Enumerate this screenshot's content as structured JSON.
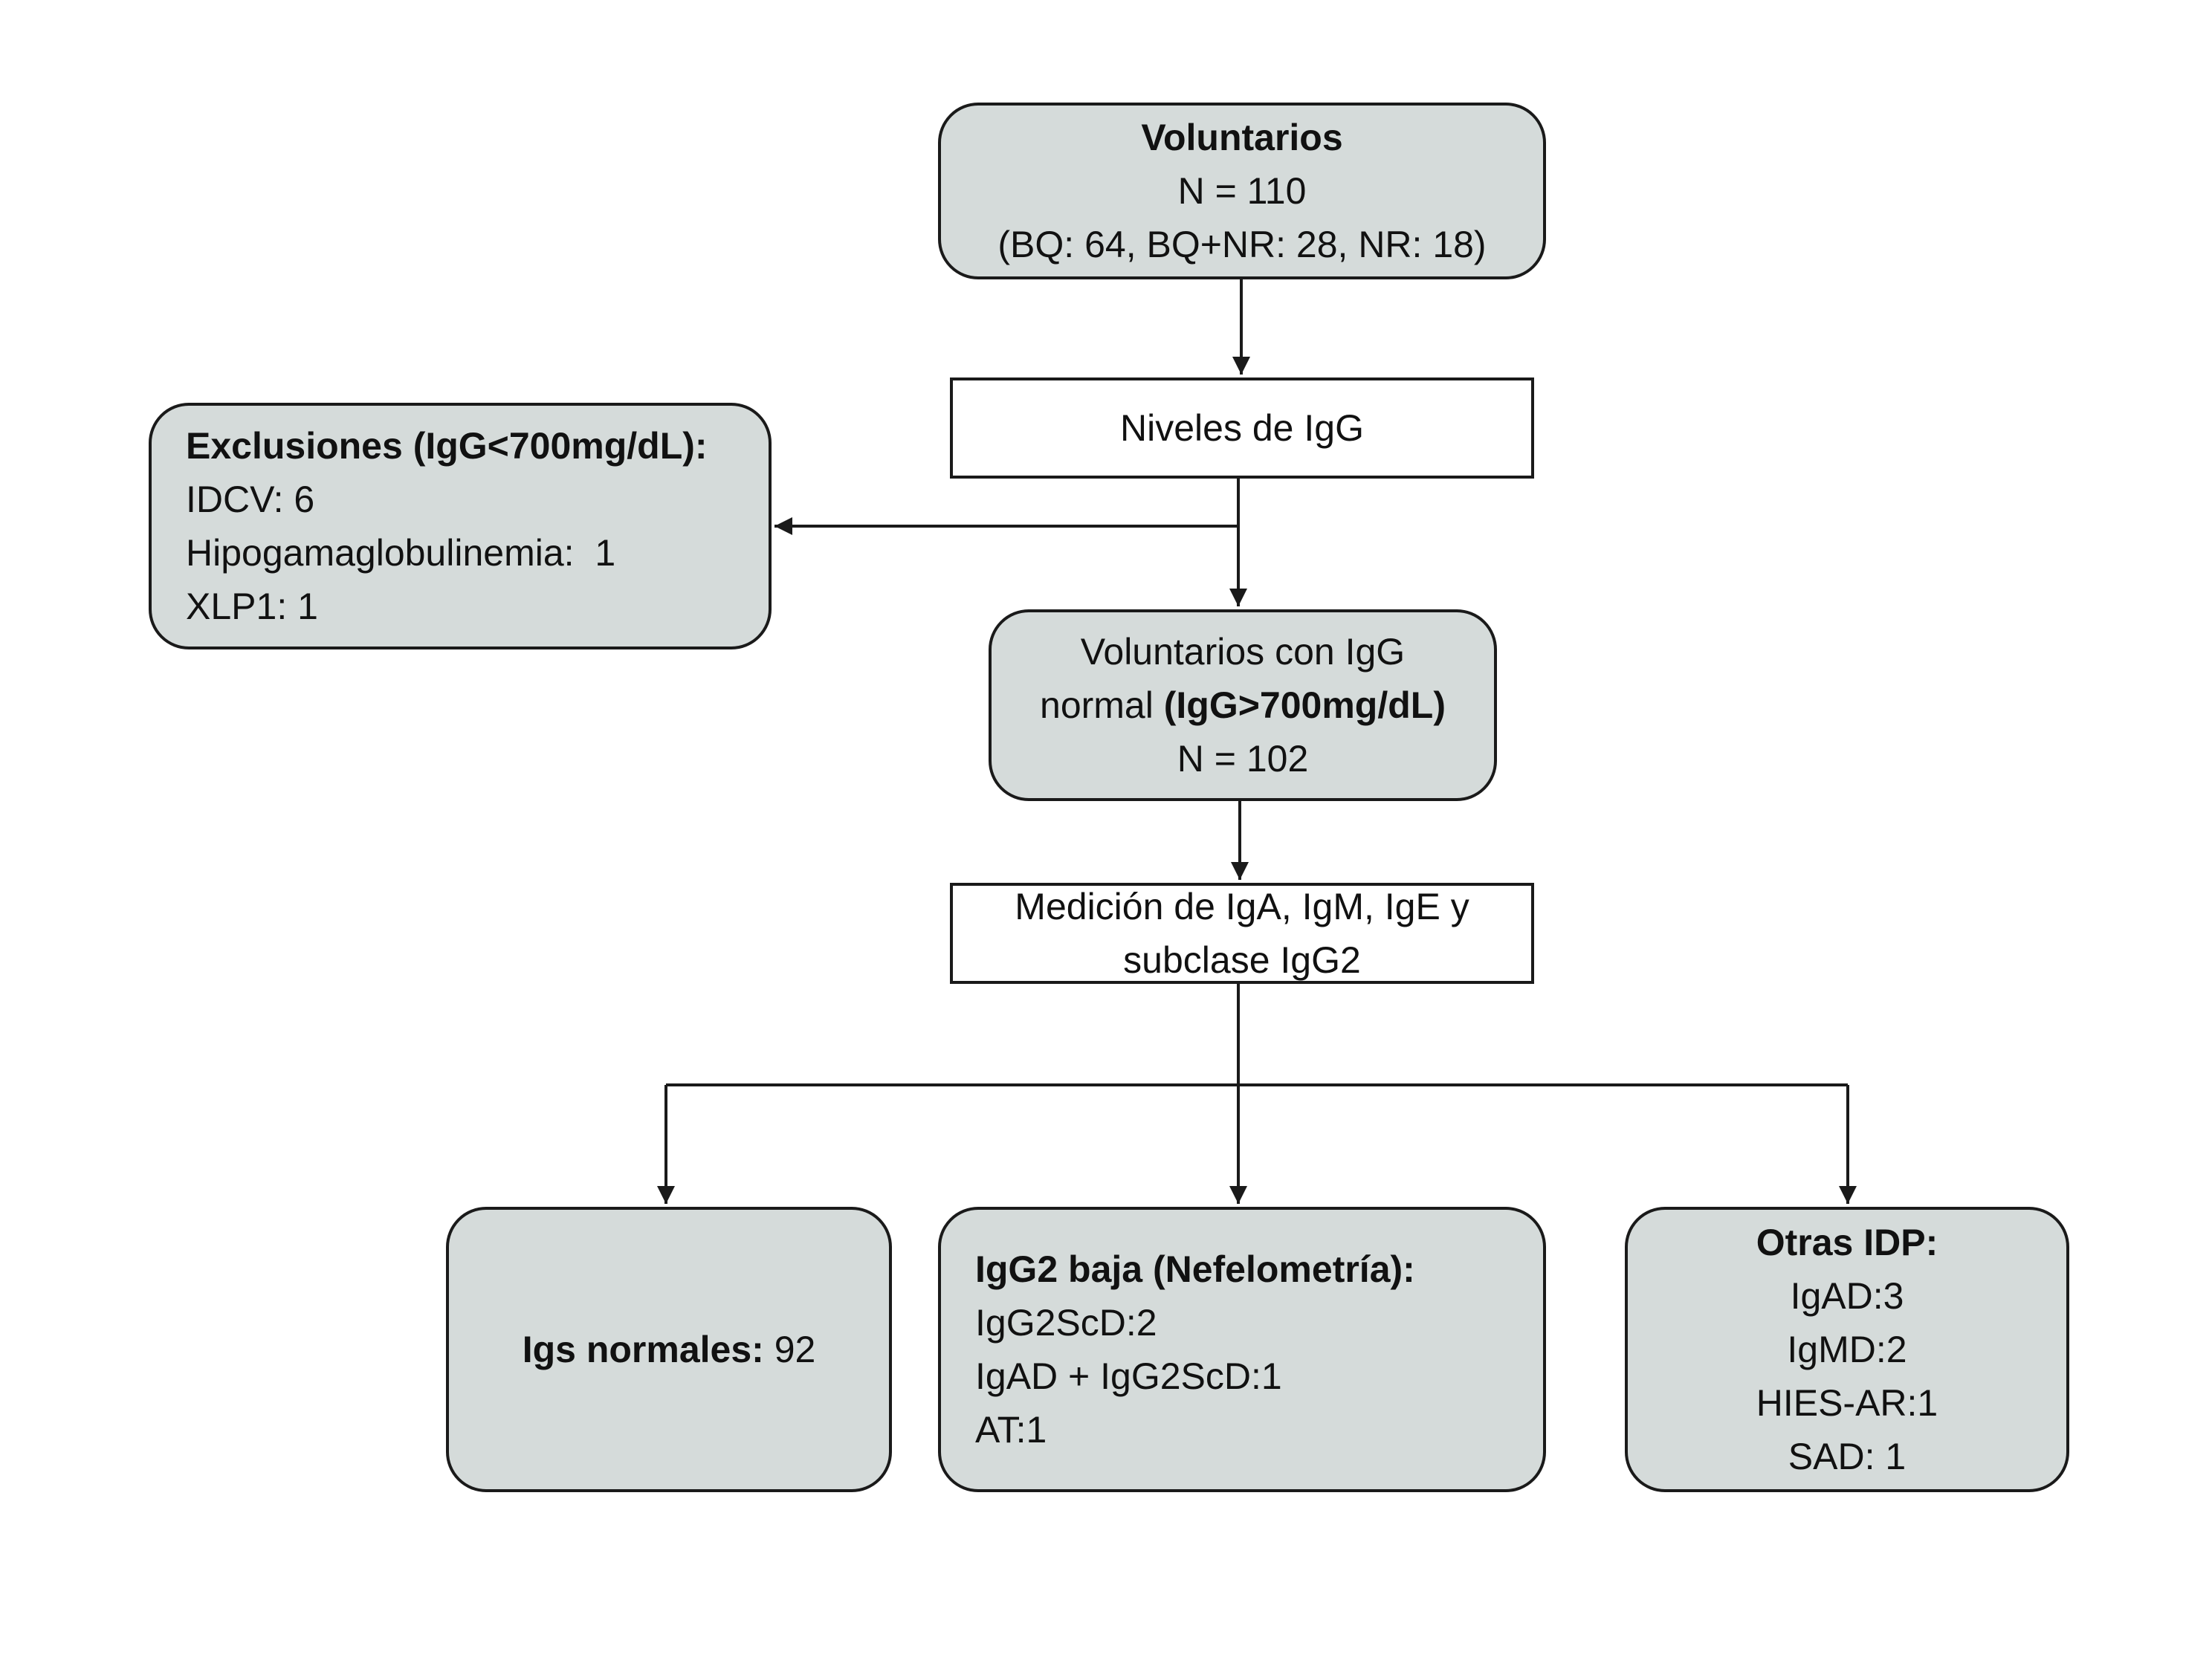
{
  "nodes": {
    "voluntarios": {
      "title": "Voluntarios",
      "count": "N = 110",
      "breakdown": "(BQ: 64, BQ+NR: 28, NR: 18)"
    },
    "niveles": {
      "label": "Niveles de IgG"
    },
    "exclusiones": {
      "title": "Exclusiones (IgG<700mg/dL):",
      "items": [
        "IDCV: 6",
        "Hipogamaglobulinemia:  1",
        "XLP1: 1"
      ]
    },
    "normal": {
      "line1": "Voluntarios con IgG",
      "line2_plain": "normal ",
      "line2_bold": "(IgG>700mg/dL)",
      "count": "N = 102"
    },
    "medicion": {
      "line1": "Medición de IgA, IgM, IgE y",
      "line2": "subclase IgG2"
    },
    "normales": {
      "label_bold": "Igs normales:",
      "value": " 92"
    },
    "igg2": {
      "title": "IgG2 baja (Nefelometría):",
      "items": [
        "IgG2ScD:2",
        "IgAD + IgG2ScD:1",
        "AT:1"
      ]
    },
    "otras": {
      "title": "Otras IDP:",
      "items": [
        "IgAD:3",
        "IgMD:2",
        "HIES-AR:1",
        "SAD: 1"
      ]
    }
  },
  "colors": {
    "box_fill": "#d5dbda",
    "stroke": "#1a1a1a"
  }
}
